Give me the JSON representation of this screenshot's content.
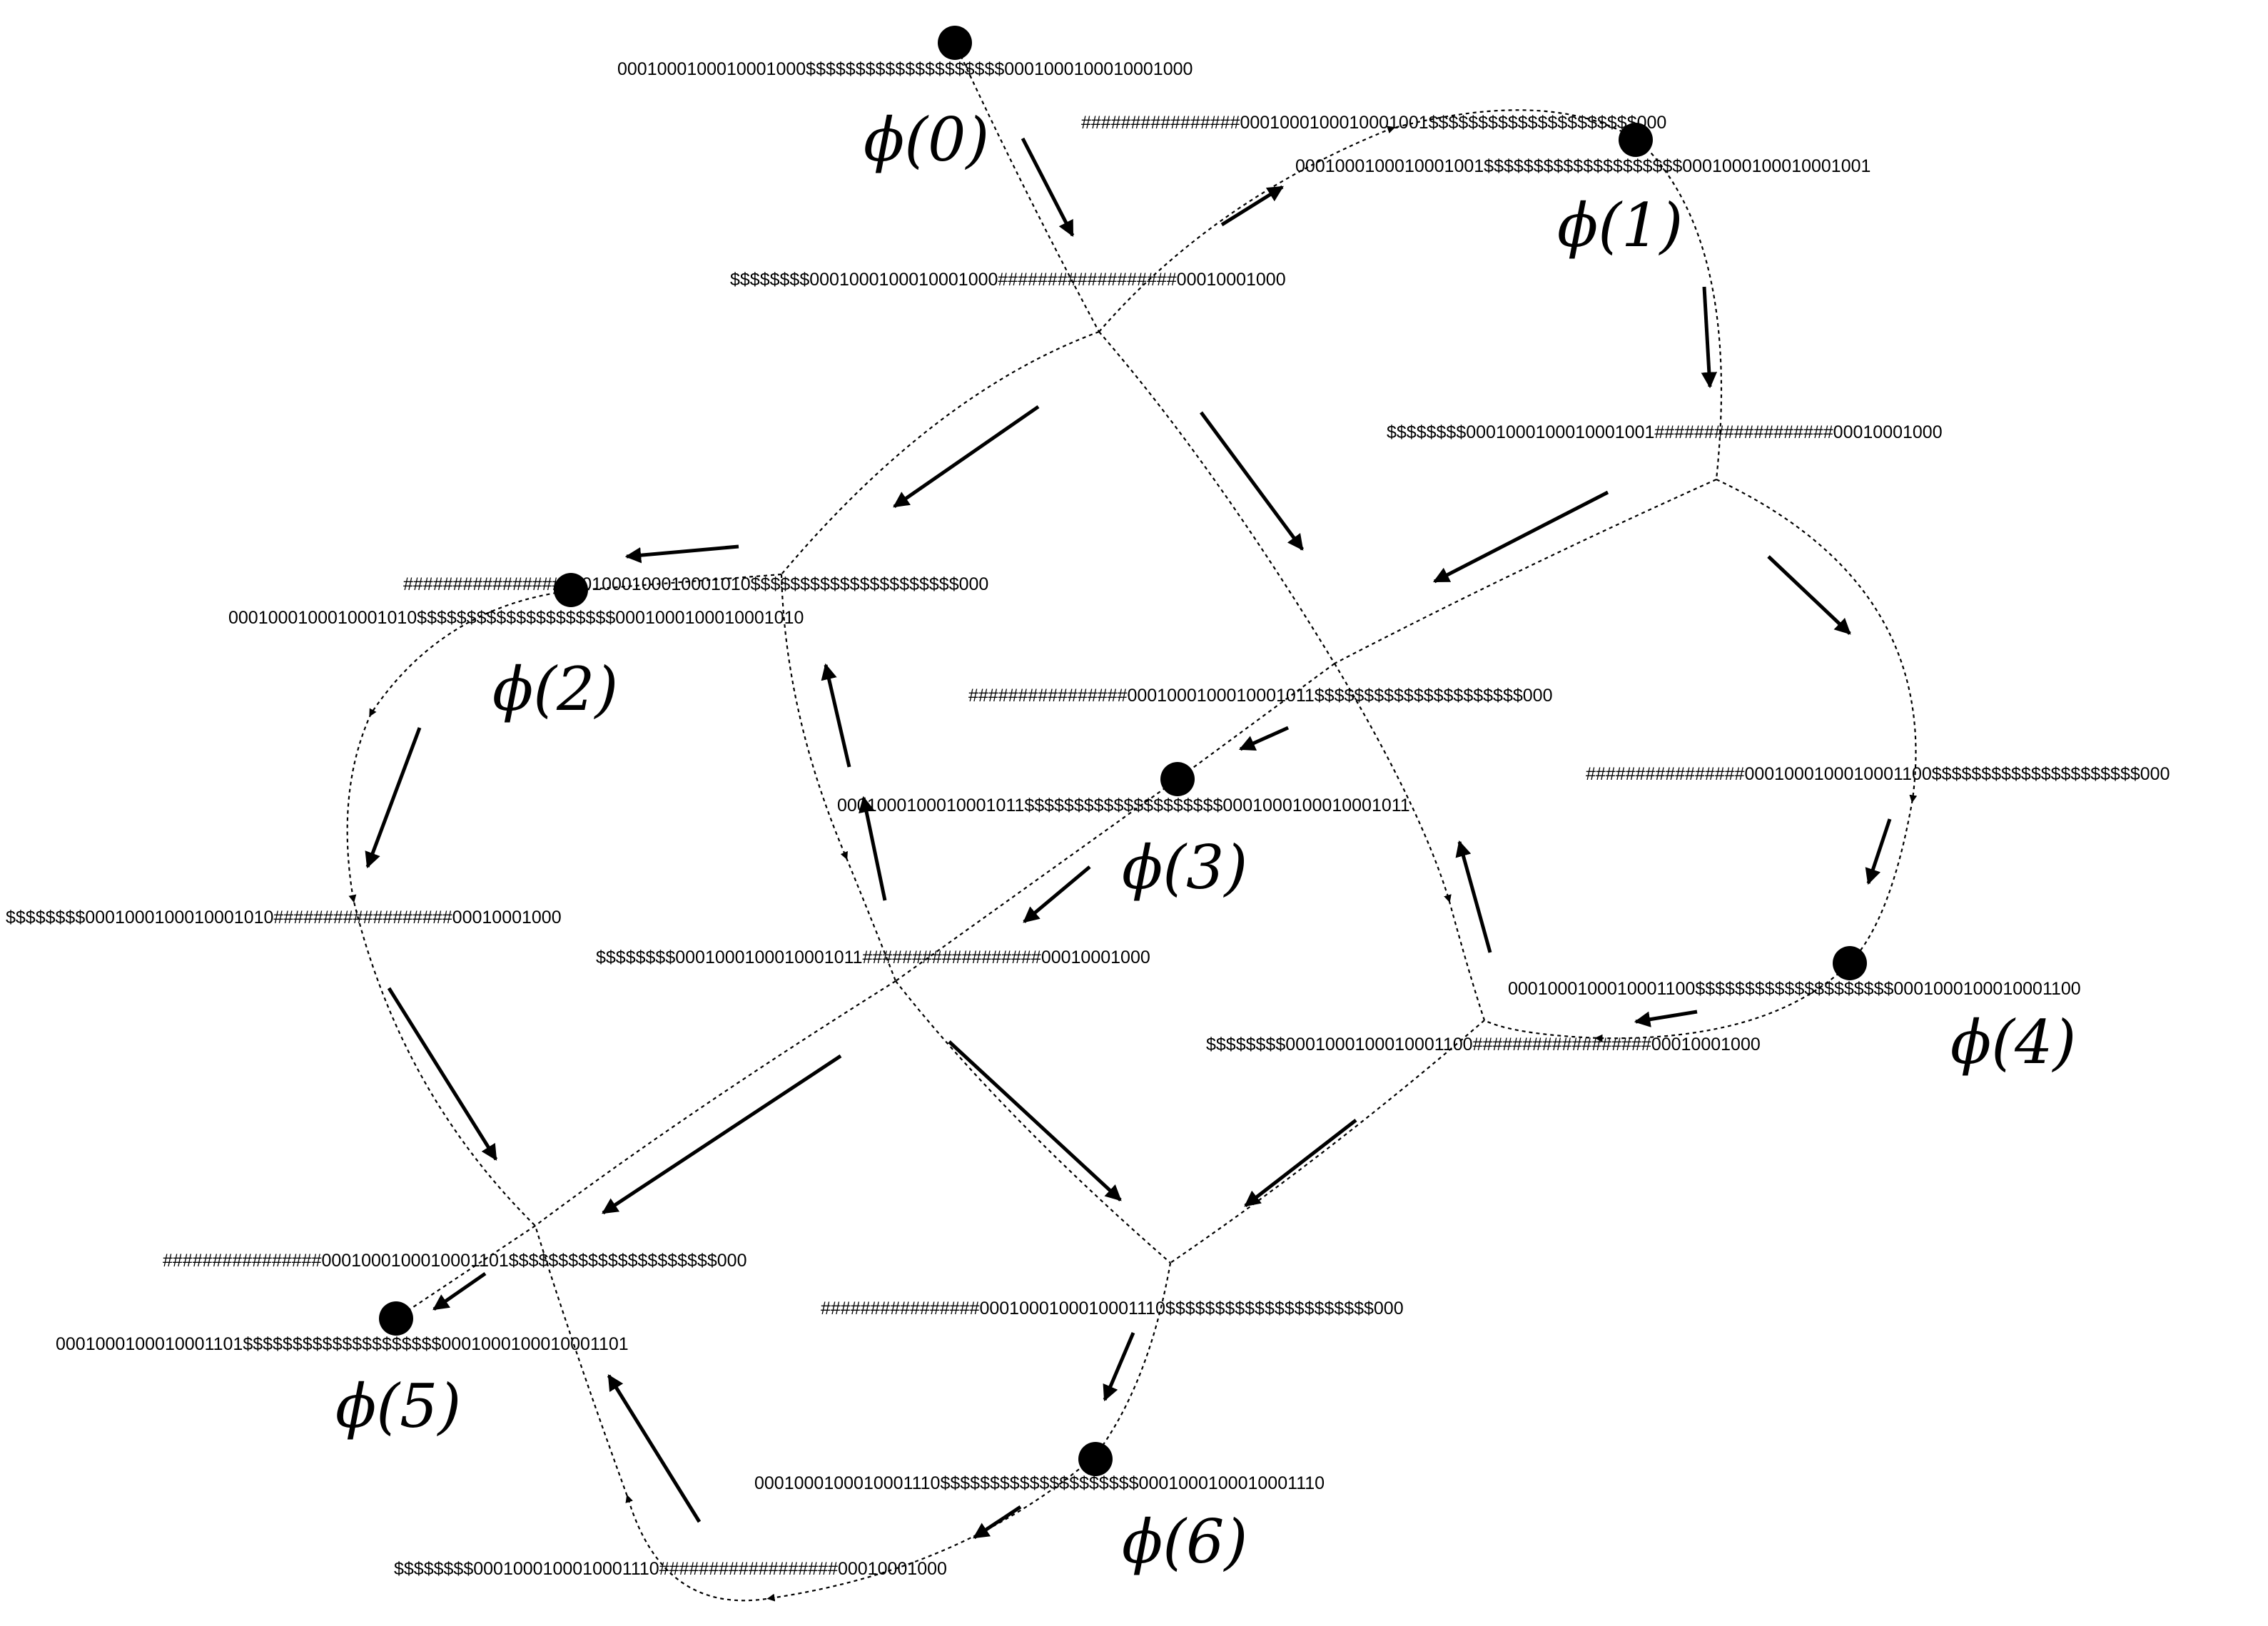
{
  "strings": {
    "s0_top": "0001000100010001000$$$$$$$$$$$$$$$$$$$$0001000100010001000",
    "s0_right": "$$$$$$$$0001000100010001000##################00010001000",
    "s1_top": "################0001000100010001001$$$$$$$$$$$$$$$$$$$$$000",
    "s1_mid": "0001000100010001001$$$$$$$$$$$$$$$$$$$$0001000100010001001",
    "s1_right": "$$$$$$$$0001000100010001001##################00010001000",
    "s2_top": "################0001000100010001010$$$$$$$$$$$$$$$$$$$$$000",
    "s2_mid": "0001000100010001010$$$$$$$$$$$$$$$$$$$$0001000100010001010",
    "s2_right": "$$$$$$$$0001000100010001010##################00010001000",
    "s3_top": "################0001000100010001011$$$$$$$$$$$$$$$$$$$$$000",
    "s3_mid": "0001000100010001011$$$$$$$$$$$$$$$$$$$$0001000100010001011",
    "s3_right": "$$$$$$$$0001000100010001011##################00010001000",
    "s4_top": "################0001000100010001100$$$$$$$$$$$$$$$$$$$$$000",
    "s4_mid": "0001000100010001100$$$$$$$$$$$$$$$$$$$$0001000100010001100",
    "s4_right": "$$$$$$$$0001000100010001100##################00010001000",
    "s5_top": "################0001000100010001101$$$$$$$$$$$$$$$$$$$$$000",
    "s5_mid": "0001000100010001101$$$$$$$$$$$$$$$$$$$$0001000100010001101",
    "s6_top": "################0001000100010001110$$$$$$$$$$$$$$$$$$$$$000",
    "s6_mid": "0001000100010001110$$$$$$$$$$$$$$$$$$$$0001000100010001110",
    "s6_right": "$$$$$$$$0001000100010001110##################00010001000"
  },
  "labels": {
    "phi0": "ϕ(0)",
    "phi1": "ϕ(1)",
    "phi2": "ϕ(2)",
    "phi3": "ϕ(3)",
    "phi4": "ϕ(4)",
    "phi5": "ϕ(5)",
    "phi6": "ϕ(6)"
  }
}
